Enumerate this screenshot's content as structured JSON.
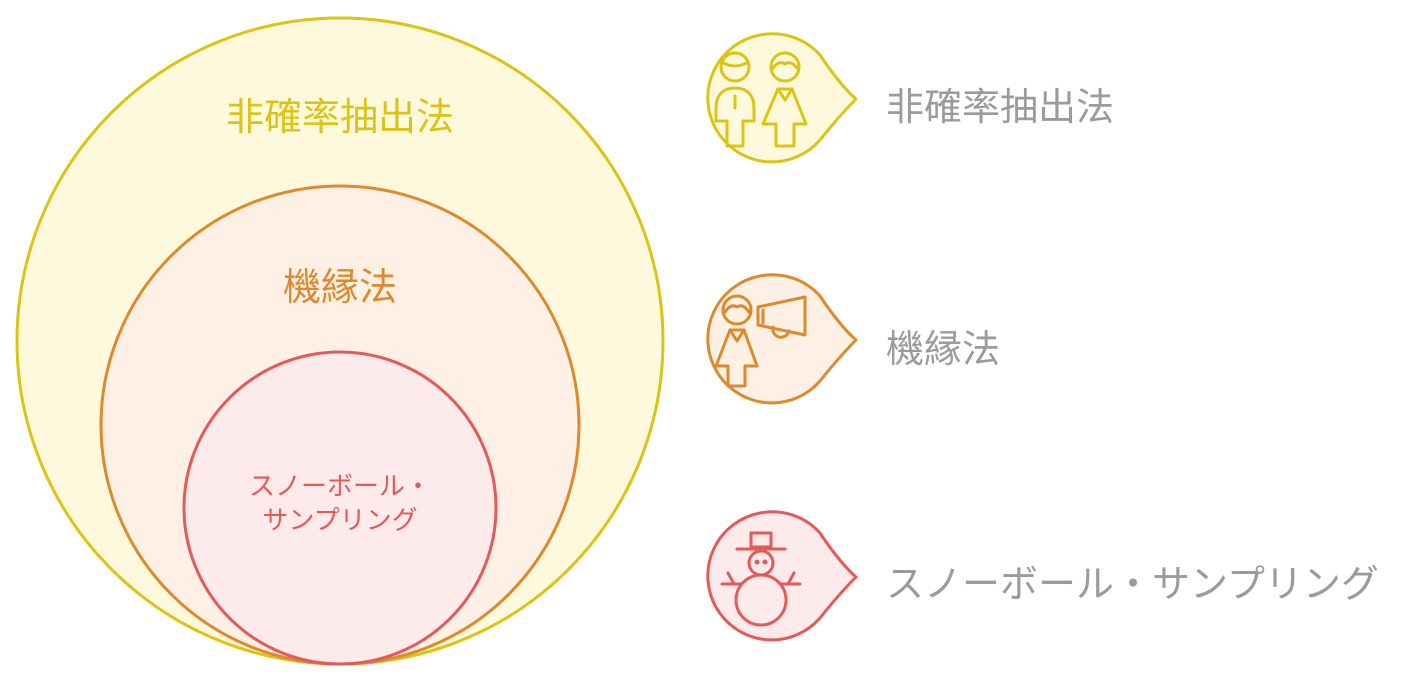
{
  "diagram": {
    "type": "nested-circles",
    "circles": [
      {
        "id": "outer",
        "label": "非確率抽出法",
        "stroke": "#dcc414",
        "fill": "#fef9dc"
      },
      {
        "id": "middle",
        "label": "機縁法",
        "stroke": "#dc8a2c",
        "fill": "#fef0e4"
      },
      {
        "id": "inner",
        "label_line1": "スノーボール・",
        "label_line2": "サンプリング",
        "stroke": "#e35a5a",
        "fill": "#fdeaea"
      }
    ]
  },
  "legend": {
    "items": [
      {
        "label": "非確率抽出法",
        "icon": "people-icon",
        "color": "#dcc414",
        "fill": "#fef9dc"
      },
      {
        "label": "機縁法",
        "icon": "megaphone-person-icon",
        "color": "#dc8a2c",
        "fill": "#fef0e4"
      },
      {
        "label": "スノーボール・サンプリング",
        "icon": "snowman-icon",
        "color": "#e35a5a",
        "fill": "#fdeaea"
      }
    ]
  }
}
